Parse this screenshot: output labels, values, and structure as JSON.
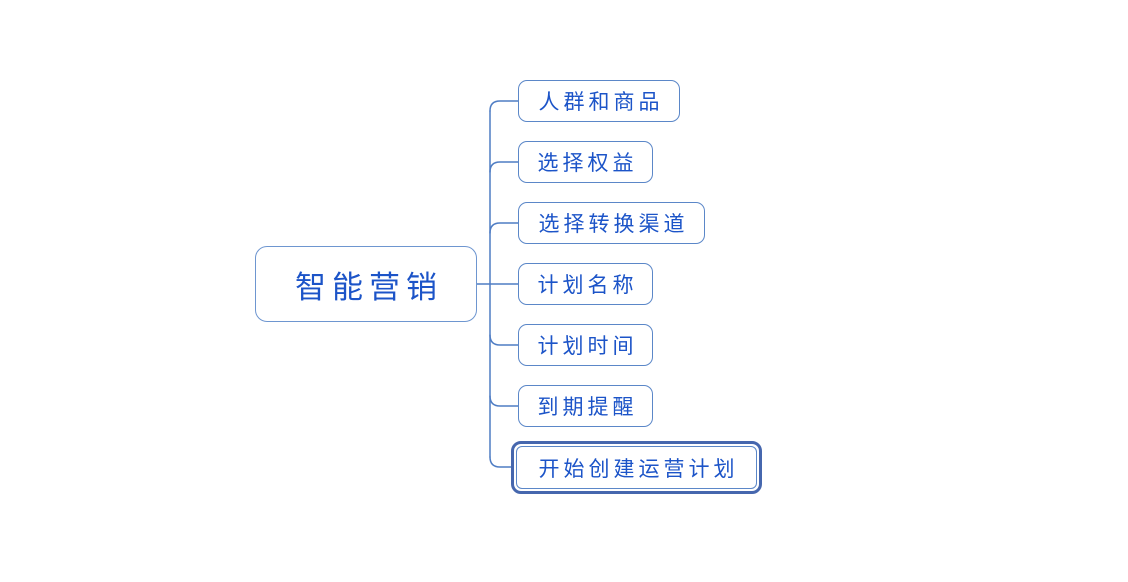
{
  "diagram": {
    "root": {
      "label": "智能营销"
    },
    "children": [
      {
        "label": "人群和商品",
        "selected": false
      },
      {
        "label": "选择权益",
        "selected": false
      },
      {
        "label": "选择转换渠道",
        "selected": false
      },
      {
        "label": "计划名称",
        "selected": false
      },
      {
        "label": "计划时间",
        "selected": false
      },
      {
        "label": "到期提醒",
        "selected": false
      },
      {
        "label": "开始创建运营计划",
        "selected": true
      }
    ],
    "colors": {
      "background": "#ffffff",
      "text": "#1c54c8",
      "node_border": "#5b87c8",
      "root_border": "#6e96d0",
      "connector_line": "#4f7dc4",
      "selection_border": "#4667ae"
    }
  }
}
